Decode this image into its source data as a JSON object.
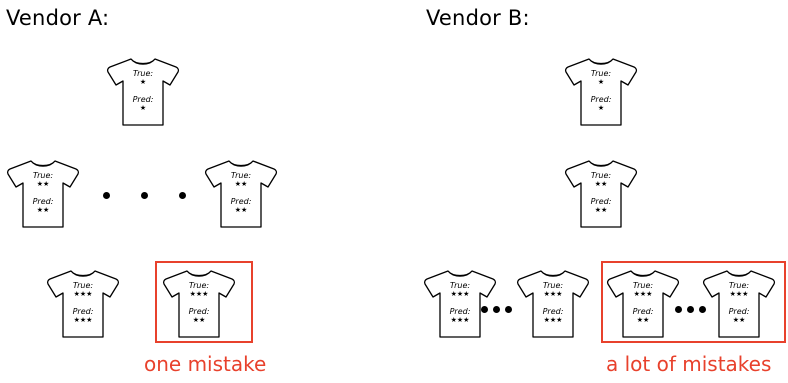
{
  "vendor_a": {
    "title": "Vendor A:",
    "rows": [
      [
        {
          "true_label": "True:",
          "true_stars": "★",
          "pred_label": "Pred:",
          "pred_stars": "★"
        }
      ],
      [
        {
          "true_label": "True:",
          "true_stars": "★★",
          "pred_label": "Pred:",
          "pred_stars": "★★"
        },
        {
          "true_label": "True:",
          "true_stars": "★★",
          "pred_label": "Pred:",
          "pred_stars": "★★"
        }
      ],
      [
        {
          "true_label": "True:",
          "true_stars": "★★★",
          "pred_label": "Pred:",
          "pred_stars": "★★★"
        },
        {
          "true_label": "True:",
          "true_stars": "★★★",
          "pred_label": "Pred:",
          "pred_stars": "★★"
        }
      ]
    ],
    "annotation": "one mistake"
  },
  "vendor_b": {
    "title": "Vendor B:",
    "rows": [
      [
        {
          "true_label": "True:",
          "true_stars": "★",
          "pred_label": "Pred:",
          "pred_stars": "★"
        }
      ],
      [
        {
          "true_label": "True:",
          "true_stars": "★★",
          "pred_label": "Pred:",
          "pred_stars": "★★"
        }
      ],
      [
        {
          "true_label": "True:",
          "true_stars": "★★★",
          "pred_label": "Pred:",
          "pred_stars": "★★★"
        },
        {
          "true_label": "True:",
          "true_stars": "★★★",
          "pred_label": "Pred:",
          "pred_stars": "★★★"
        },
        {
          "true_label": "True:",
          "true_stars": "★★★",
          "pred_label": "Pred:",
          "pred_stars": "★★"
        },
        {
          "true_label": "True:",
          "true_stars": "★★★",
          "pred_label": "Pred:",
          "pred_stars": "★★"
        }
      ]
    ],
    "annotation": "a lot of mistakes"
  },
  "colors": {
    "highlight": "#e8412c",
    "ink": "#000000"
  }
}
